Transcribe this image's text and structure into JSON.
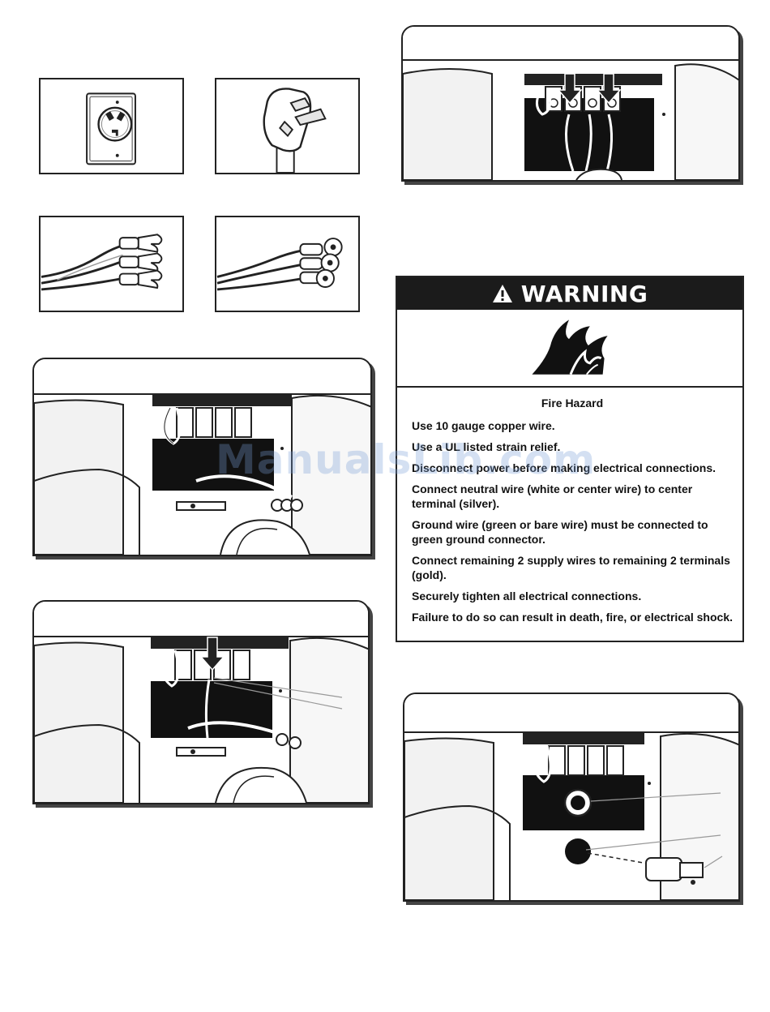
{
  "warning": {
    "title": "WARNING",
    "subtitle": "Fire Hazard",
    "lines": [
      "Use 10 gauge copper wire.",
      "Use a UL listed strain relief.",
      "Disconnect power before making electrical connections.",
      "Connect neutral wire (white or center wire) to center terminal (silver).",
      "Ground wire (green or bare wire) must be connected to green ground connector.",
      "Connect remaining 2 supply wires to remaining 2 terminals (gold).",
      "Securely tighten all electrical connections.",
      "Failure to do so can result in death, fire, or electrical shock."
    ]
  },
  "watermark": "ManualsLib.com",
  "icons": [
    "receptacle-icon",
    "plug-icon",
    "spade-terminal-icon",
    "ring-terminal-icon",
    "warning-triangle-icon",
    "fire-icon"
  ]
}
